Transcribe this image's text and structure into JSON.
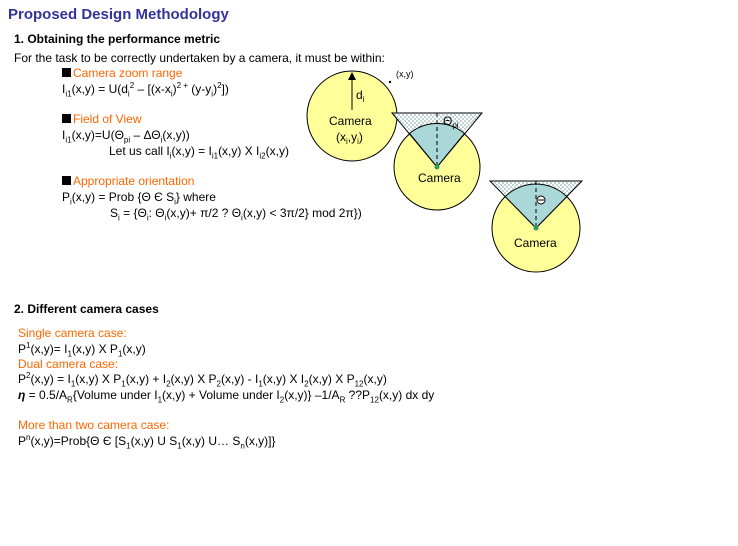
{
  "title": "Proposed Design Methodology",
  "section1": {
    "heading": "1. Obtaining the performance metric",
    "intro": "For the task to be correctly undertaken by a camera, it must be within:",
    "zoom": {
      "label": "Camera zoom range",
      "eq_a": "I",
      "eq_b": "i1",
      "eq_c": "(x,y) = U(d",
      "eq_d": "i",
      "eq_e": "2",
      "eq_f": " – [(x-x",
      "eq_g": "i",
      "eq_h": ")",
      "eq_i": "2 +",
      "eq_j": " (y-y",
      "eq_k": "i",
      "eq_l": ")",
      "eq_m": "2",
      "eq_n": "])"
    },
    "fov": {
      "label": "Field of View",
      "eq_a": "I",
      "eq_b": "i1",
      "eq_c": "(x,y)=U(Θ",
      "eq_d": "pi",
      "eq_e": " – ΔΘ",
      "eq_f": "i",
      "eq_g": "(x,y))",
      "eq2_a": "Let us call I",
      "eq2_b": "i",
      "eq2_c": "(x,y) = I",
      "eq2_d": "i1",
      "eq2_e": "(x,y) X I",
      "eq2_f": "i2",
      "eq2_g": "(x,y)"
    },
    "orient": {
      "label": "Appropriate orientation",
      "eq_a": "P",
      "eq_b": "i",
      "eq_c": "(x,y) = Prob {Θ Є S",
      "eq_d": "i",
      "eq_e": "} where",
      "eq2_a": "S",
      "eq2_b": "i",
      "eq2_c": " = {Θ",
      "eq2_d": "i",
      "eq2_e": ": Θ",
      "eq2_f": "i",
      "eq2_g": "(x,y)+ π/2 ? Θ",
      "eq2_h": "i",
      "eq2_i": "(x,y) < 3π/2} mod 2π})"
    }
  },
  "diagram": {
    "camera_label": "Camera",
    "coord_a": "(x",
    "coord_b": "i",
    "coord_c": ",y",
    "coord_d": "i",
    "coord_e": ")",
    "d_a": "d",
    "d_b": "i",
    "point_label": "(x,y)",
    "theta_a": "Θ",
    "theta_b": "pi",
    "colors": {
      "circle": "#ffff99",
      "cone": "#aad8d8",
      "dot": "#339966"
    }
  },
  "section2": {
    "heading": "2. Different camera cases",
    "single_label": "Single camera case:",
    "single_a": "P",
    "single_b": "1",
    "single_c": "(x,y)= I",
    "single_d": "1",
    "single_e": "(x,y) X P",
    "single_f": "1",
    "single_g": "(x,y)",
    "dual_label": "Dual camera case:",
    "dual_a": "P",
    "dual_b": "2",
    "dual_c": "(x,y) = I",
    "dual_d": "1",
    "dual_e": "(x,y) X P",
    "dual_f": "1",
    "dual_g": "(x,y) + I",
    "dual_h": "2",
    "dual_i": "(x,y) X P",
    "dual_j": "2",
    "dual_k": "(x,y) - I",
    "dual_l": "1",
    "dual_m": "(x,y) X I",
    "dual_n": "2",
    "dual_o": "(x,y) X P",
    "dual_p": "12",
    "dual_q": "(x,y)",
    "eta_a": "η",
    "eta_b": " = 0.5/A",
    "eta_c": "R",
    "eta_d": "{Volume under I",
    "eta_e": "1",
    "eta_f": "(x,y) + Volume under I",
    "eta_g": "2",
    "eta_h": "(x,y)} –1/A",
    "eta_i": "R",
    "eta_j": " ??P",
    "eta_k": "12",
    "eta_l": "(x,y) dx dy",
    "more_label": "More than two camera case:",
    "more_a": "P",
    "more_b": "n",
    "more_c": "(x,y)=Prob{Θ Є [S",
    "more_d": "1",
    "more_e": "(x,y) U S",
    "more_f": "1",
    "more_g": "(x,y) U… S",
    "more_h": "n",
    "more_i": "(x,y)]}"
  }
}
